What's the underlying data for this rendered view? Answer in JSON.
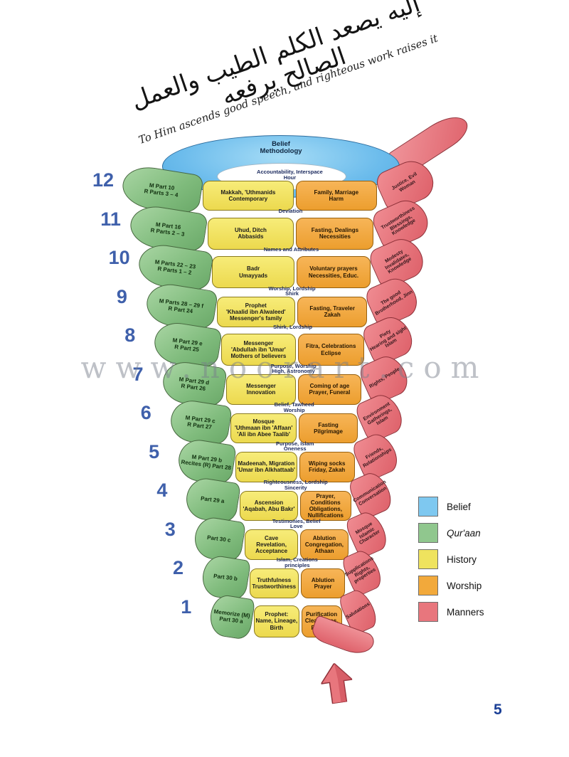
{
  "page": {
    "number": "5",
    "watermark": "www.noorart.com"
  },
  "calligraphy": {
    "arabic": "إليه يصعد الكلم الطيب والعمل الصالح يرفعه",
    "english": "To Him ascends good speech, and righteous work raises it"
  },
  "top_ring": {
    "label": "Belief\nMethodology"
  },
  "legend": {
    "items": [
      {
        "label": "Belief",
        "color": "#7ec8f0"
      },
      {
        "label": "Qur'aan",
        "color": "#90c78e"
      },
      {
        "label": "History",
        "color": "#efe35e"
      },
      {
        "label": "Worship",
        "color": "#f2a93b"
      },
      {
        "label": "Manners",
        "color": "#e8767d"
      }
    ]
  },
  "colors": {
    "belief": "#7ec8f0",
    "quraan": "#90c78e",
    "history": "#efe35e",
    "worship": "#f2a93b",
    "manners": "#e8767d",
    "level_number": "#3f60ab"
  },
  "levels": [
    {
      "number": "12",
      "green": "M Part 10\nR Parts 3 – 4",
      "inner": "Accountability, Interspace\nHour",
      "yellow": "Makkah, 'Uthmanids\nContemporary",
      "orange": "Family, Marriage\nHarm",
      "red": "Justice, Evil\nWoman"
    },
    {
      "number": "11",
      "green": "M Part 16\nR Parts 2 – 3",
      "inner": "Deviation",
      "yellow": "Uhud, Ditch\nAbbasids",
      "orange": "Fasting, Dealings\nNecessities",
      "red": "Trustworthiness\nBlessings, Knowledge"
    },
    {
      "number": "10",
      "green": "M Parts 22 – 23\nR Parts 1 – 2",
      "inner": "Names and Attributes",
      "yellow": "Badr\nUmayyads",
      "orange": "Voluntary prayers\nNecessities, Educ.",
      "red": "Modesty\nInvalidates, Knowledge"
    },
    {
      "number": "9",
      "green": "M Parts 28 – 29 f\nR Part 24",
      "inner": "Worship, Lordship\nShirk",
      "yellow": "Prophet\n'Khaalid ibn Alwaleed'\nMessenger's family",
      "orange": "Fasting, Traveler\nZakah",
      "red": "The good\nBrotherhood, Jinn"
    },
    {
      "number": "8",
      "green": "M Part 29 e\nR Part 25",
      "inner": "Shirk, Lordship",
      "yellow": "Messenger\n'Abdullah ibn 'Umar'\nMothers of believers",
      "orange": "Fitra, Celebrations\nEclipse",
      "red": "Piety\nHearing and sight\nIslam"
    },
    {
      "number": "7",
      "green": "M Part 29 d\nR Part 26",
      "inner": "Purpose, Worship\nHigh, Astronomy",
      "yellow": "Messenger\nInnovation",
      "orange": "Coming of age\nPrayer, Funeral",
      "red": "Rights, People"
    },
    {
      "number": "6",
      "green": "M Part 29 c\nR Part 27",
      "inner": "Belief, Tawheed\nWorship",
      "yellow": "Mosque\n'Uthmaan ibn 'Affaan'\n'Ali ibn Abee Taalib'",
      "orange": "Fasting\nPilgrimage",
      "red": "Environment\nGatherings, Islam"
    },
    {
      "number": "5",
      "green": "M Part 29 b\nRecites (R) Part 28",
      "inner": "Purpose, Islam\nOneness",
      "yellow": "Madeenah, Migration\n'Umar ibn Alkhattaab'",
      "orange": "Wiping socks\nFriday, Zakah",
      "red": "Friends,\nRelationships"
    },
    {
      "number": "4",
      "green": "Part 29 a",
      "inner": "Righteousness, Lordship\nSincerity",
      "yellow": "Ascension\n'Aqabah, Abu Bakr'",
      "orange": "Prayer, Conditions\nObligations, Nullifications",
      "red": "Communication\nConversation"
    },
    {
      "number": "3",
      "green": "Part 30 c",
      "inner": "Testimonies, Belief\nLove",
      "yellow": "Cave\nRevelation, Acceptance",
      "orange": "Ablution\nCongregation, Athaan",
      "red": "Mosque\nIslamic Character"
    },
    {
      "number": "2",
      "green": "Part 30 b",
      "inner": "Islam, Creations\nprinciples",
      "yellow": "Truthfulness\nTrustworthiness",
      "orange": "Ablution\nPrayer",
      "red": "Supplications\nRights, properties"
    },
    {
      "number": "1",
      "green": "Memorize (M)\nPart 30 a",
      "inner": "",
      "yellow": "Prophet:\nName, Lineage, Birth",
      "orange": "Purification\nCleanliness, Prayers",
      "red": "Salutations"
    }
  ]
}
